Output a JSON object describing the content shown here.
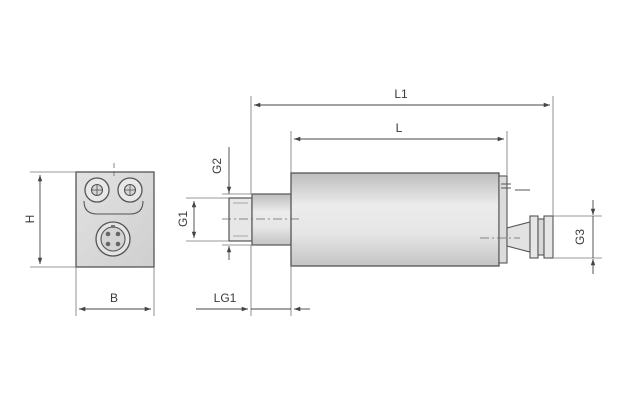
{
  "dimensions": {
    "L1": "L1",
    "L": "L",
    "G2": "G2",
    "G1": "G1",
    "G3": "G3",
    "H": "H",
    "B": "B",
    "LG1": "LG1"
  }
}
